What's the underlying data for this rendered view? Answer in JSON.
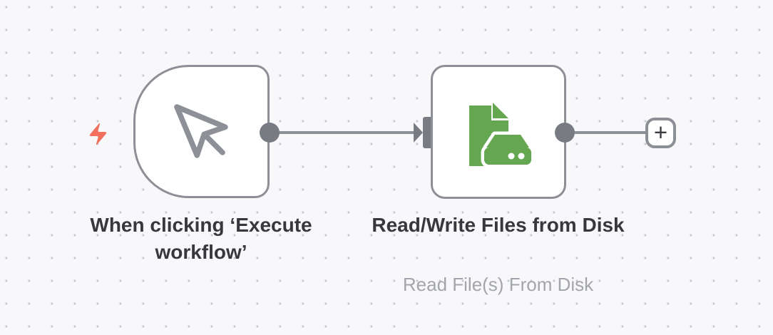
{
  "colors": {
    "background": "#f8f8fa",
    "grid_dot": "#c6c7cc",
    "node_border": "#8d8f96",
    "node_bg": "#ffffff",
    "wire": "#8e9097",
    "endpoint": "#797b83",
    "title_text": "#36383e",
    "subtitle_text": "#a3a5ac",
    "bolt": "#f1705e",
    "node_icon_green": "#64a750",
    "cursor_icon": "#8e9097",
    "plus_text": "#3a3c42"
  },
  "trigger_indicator": {
    "icon": "lightning-bolt-icon"
  },
  "nodes": [
    {
      "title": "When clicking ‘Execute workflow’",
      "icon": "mouse-pointer-icon",
      "shape": "rounded-left-trigger"
    },
    {
      "title": "Read/Write Files from Disk",
      "subtitle": "Read File(s) From Disk",
      "icon": "file-and-hard-drive-icon",
      "shape": "rounded-square"
    }
  ],
  "connections": [
    {
      "from": "node-0-output",
      "to": "node-1-input"
    },
    {
      "from": "node-1-output",
      "to": "add-node-button"
    }
  ],
  "add_button": {
    "label": "+"
  }
}
